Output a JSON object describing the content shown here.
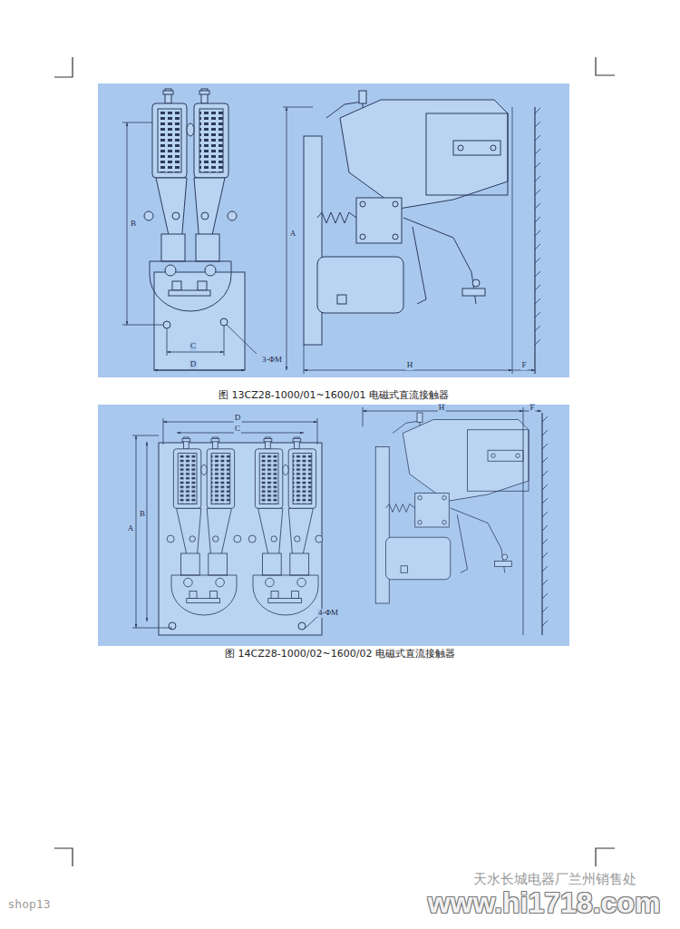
{
  "diagram": {
    "labels": [
      "B",
      "A",
      "C",
      "D",
      "3-ΦM",
      "H",
      "F",
      "图 13CZ28-1000/01~1600/01 电磁式直流接触器",
      "D",
      "C",
      "H",
      "F",
      "A",
      "B",
      "4-ΦM",
      "图 14CZ28-1000/02~1600/02 电磁式直流接触器",
      "天水长城电器厂兰州销售处",
      "shop13",
      "www.hi1718.com"
    ]
  }
}
